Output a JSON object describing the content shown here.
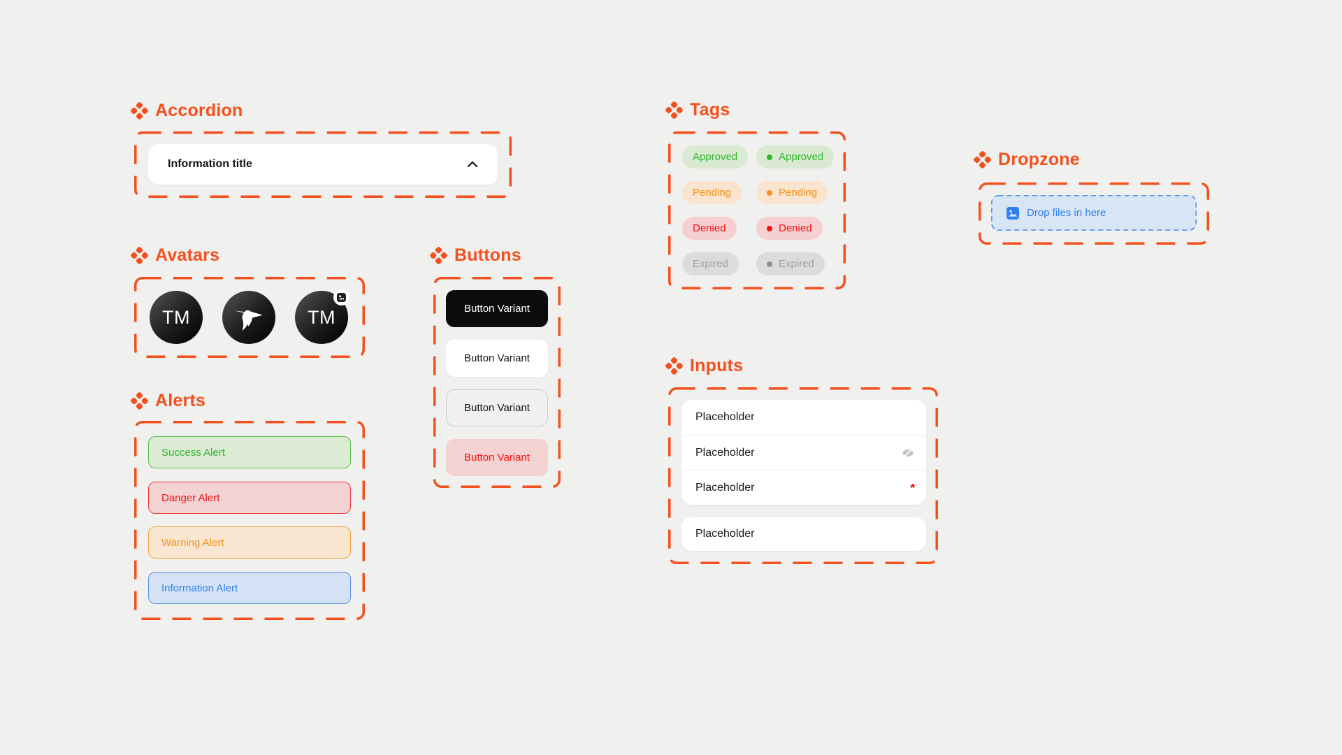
{
  "page": {
    "background": "#f0f0ee",
    "accent": "#f4501e"
  },
  "accordion": {
    "title": "Accordion",
    "item_label": "Information title",
    "state": "expanded"
  },
  "avatars": {
    "title": "Avatars",
    "items": [
      {
        "type": "initials",
        "text": "TM"
      },
      {
        "type": "logo",
        "icon": "hummingbird-icon"
      },
      {
        "type": "initials-with-badge",
        "text": "TM",
        "badge_icon": "image-icon"
      }
    ]
  },
  "alerts": {
    "title": "Alerts",
    "items": [
      {
        "label": "Success Alert",
        "variant": "success",
        "text_color": "#2eb82e",
        "bg": "#dcebd4",
        "border": "#55bd4d"
      },
      {
        "label": "Danger Alert",
        "variant": "danger",
        "text_color": "#f51010",
        "bg": "#f3d2d4",
        "border": "#ee3a3c"
      },
      {
        "label": "Warning Alert",
        "variant": "warning",
        "text_color": "#f5941e",
        "bg": "#f8e6d1",
        "border": "#f5a53c"
      },
      {
        "label": "Information Alert",
        "variant": "info",
        "text_color": "#2f80ed",
        "bg": "#d6e3f6",
        "border": "#5591e0"
      }
    ]
  },
  "buttons": {
    "title": "Buttons",
    "items": [
      {
        "label": "Button Variant",
        "variant": "solid-dark",
        "bg": "#0c0c0c",
        "text_color": "#ffffff"
      },
      {
        "label": "Button Variant",
        "variant": "solid-white",
        "bg": "#ffffff",
        "text_color": "#141414"
      },
      {
        "label": "Button Variant",
        "variant": "outline",
        "bg": "transparent",
        "text_color": "#141414"
      },
      {
        "label": "Button Variant",
        "variant": "danger-soft",
        "bg": "#f5d2d2",
        "text_color": "#f51010"
      }
    ]
  },
  "tags": {
    "title": "Tags",
    "columns": [
      "plain",
      "with-dot"
    ],
    "rows": [
      {
        "label": "Approved",
        "variant": "success",
        "text_color": "#2eb82e",
        "bg": "#d9e9d2"
      },
      {
        "label": "Pending",
        "variant": "warning",
        "text_color": "#f5911e",
        "bg": "#f8e4cf"
      },
      {
        "label": "Denied",
        "variant": "danger",
        "text_color": "#f51010",
        "bg": "#f5cfd1"
      },
      {
        "label": "Expired",
        "variant": "neutral",
        "text_color": "#a0a0a0",
        "bg": "#dcdcdc"
      }
    ]
  },
  "inputs": {
    "title": "Inputs",
    "group": [
      {
        "placeholder": "Placeholder"
      },
      {
        "placeholder": "Placeholder",
        "trailing_icon": "eye-off-icon"
      },
      {
        "placeholder": "Placeholder",
        "required_marker": "*"
      }
    ],
    "single": {
      "placeholder": "Placeholder"
    }
  },
  "dropzone": {
    "title": "Dropzone",
    "label": "Drop files in here",
    "icon": "image-icon",
    "text_color": "#2f80ed",
    "bg": "#d8e5f5",
    "border": "#5591e0"
  }
}
